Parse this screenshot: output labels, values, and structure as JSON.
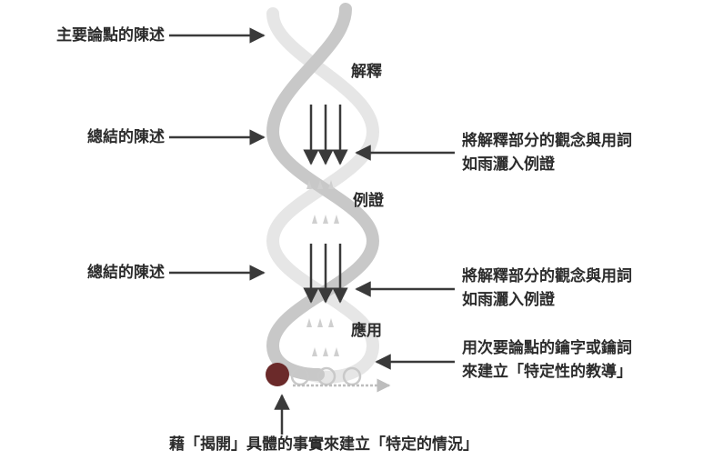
{
  "diagram": {
    "sections": {
      "explanation": "解釋",
      "example": "例證",
      "application": "應用"
    },
    "left_labels": {
      "main_statement": "主要論點的陳述",
      "summary_1": "總結的陳述",
      "summary_2": "總結的陳述"
    },
    "right_labels": {
      "rain_1_line1": "將解釋部分的觀念與用詞",
      "rain_1_line2": "如雨灑入例證",
      "rain_2_line1": "將解釋部分的觀念與用詞",
      "rain_2_line2": "如雨灑入例證",
      "keywords_line1": "用次要論點的鑰字或鑰詞",
      "keywords_line2": "來建立「特定性的教導」"
    },
    "bottom_label": "藉「揭開」具體的事實來建立「特定的情況」"
  },
  "colors": {
    "helix_dark": "#c8c8c8",
    "helix_light": "#e6e6e6",
    "arrow": "#3a3a3a",
    "rain": "#cfcfcf",
    "drop_filled": "#6b2a2a",
    "drop_outline": "#c9c9c9",
    "text": "#2b2b2b"
  }
}
